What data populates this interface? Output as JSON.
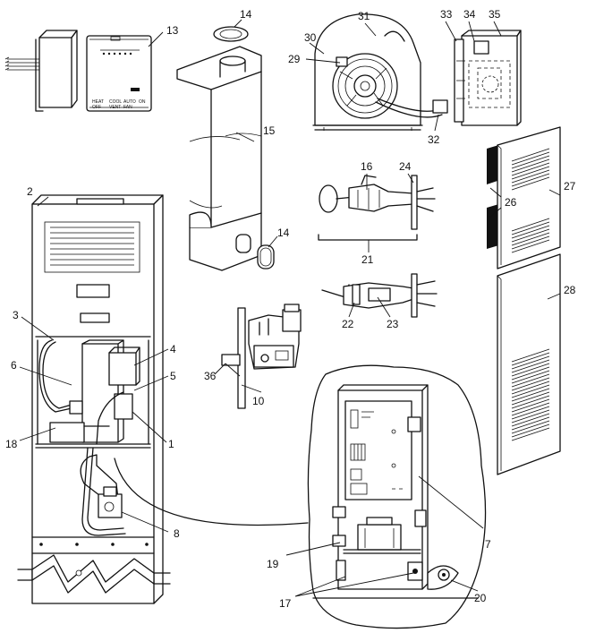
{
  "labels": {
    "l1": "1",
    "l2": "2",
    "l3": "3",
    "l4": "4",
    "l5": "5",
    "l6": "6",
    "l7": "7",
    "l8": "8",
    "l10": "10",
    "l13": "13",
    "l14a": "14",
    "l14b": "14",
    "l15": "15",
    "l16": "16",
    "l17": "17",
    "l18": "18",
    "l19": "19",
    "l20": "20",
    "l21": "21",
    "l22": "22",
    "l23": "23",
    "l24": "24",
    "l26": "26",
    "l27": "27",
    "l28": "28",
    "l29": "29",
    "l30": "30",
    "l31": "31",
    "l32": "32",
    "l33": "33",
    "l34": "34",
    "l35": "35",
    "l36": "36"
  },
  "thermostat": {
    "heat": "HEAT",
    "off": "OFF",
    "cool": "COOL",
    "vent": "VENT",
    "auto": "AUTO",
    "fan": "FAN",
    "on": "ON"
  }
}
